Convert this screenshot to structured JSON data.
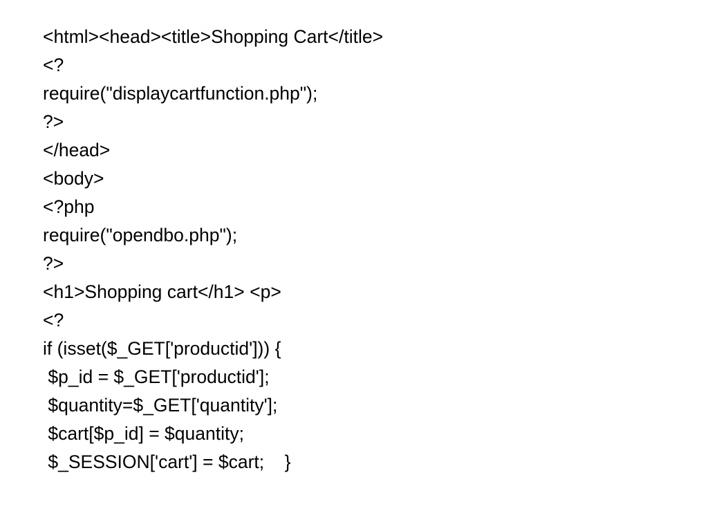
{
  "slide": {
    "lines": [
      "<html><head><title>Shopping Cart</title>",
      "<?",
      "require(\"displaycartfunction.php\");",
      "?>",
      "</head>",
      "<body>",
      "<?php",
      "require(\"opendbo.php\");",
      "?>",
      "<h1>Shopping cart</h1> <p>",
      "<?",
      "if (isset($_GET['productid'])) {",
      " $p_id = $_GET['productid'];",
      " $quantity=$_GET['quantity'];",
      " $cart[$p_id] = $quantity;",
      " $_SESSION['cart'] = $cart;    }"
    ]
  }
}
